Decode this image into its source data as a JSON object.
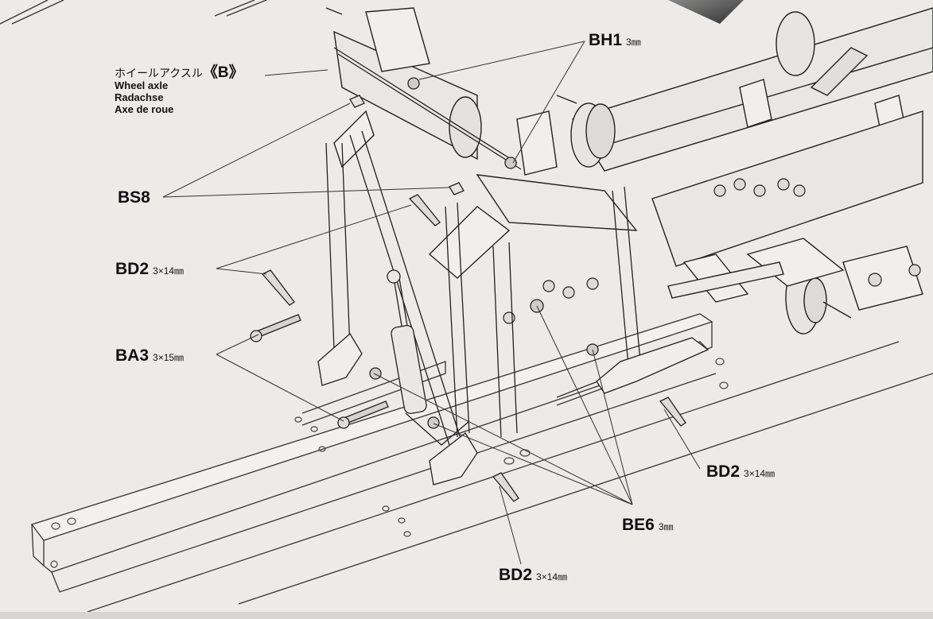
{
  "callouts": {
    "wheel_axle": {
      "japanese": "ホイールアクスル",
      "bracket_open": "《",
      "bracket_letter": "B",
      "bracket_close": "》",
      "english": "Wheel axle",
      "german": "Radachse",
      "french": "Axe de roue"
    },
    "bh1": {
      "code": "BH1",
      "size": "3㎜"
    },
    "bs8": {
      "code": "BS8"
    },
    "bd2_left": {
      "code": "BD2",
      "size": "3×14㎜"
    },
    "ba3": {
      "code": "BA3",
      "size": "3×15㎜"
    },
    "bd2_right": {
      "code": "BD2",
      "size": "3×14㎜"
    },
    "be6": {
      "code": "BE6",
      "size": "3㎜"
    },
    "bd2_bottom": {
      "code": "BD2",
      "size": "3×14㎜"
    }
  }
}
